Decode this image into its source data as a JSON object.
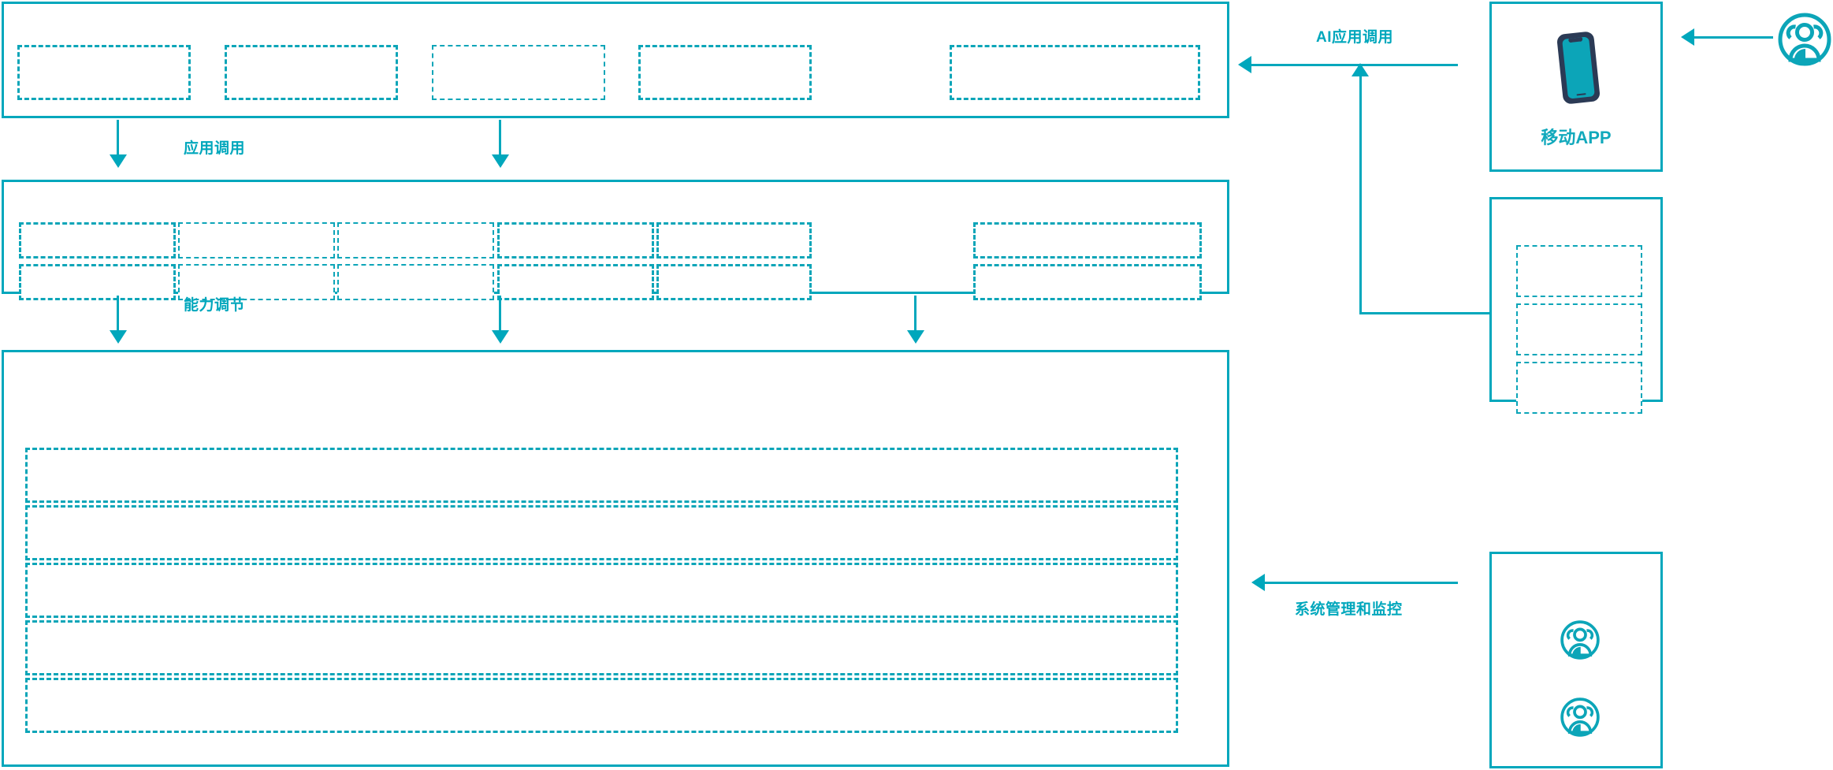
{
  "palette": {
    "accent": "#00A7BC",
    "dashed": "#0CA5B8",
    "text": "#12A9BC",
    "phone_frame": "#2B3A55",
    "phone_screen": "#0CA5B8",
    "background": "#FFFFFF"
  },
  "flow_labels": {
    "app_call": "应用调用",
    "capability_call": "能力调节",
    "ai_app_call": "AI应用调用",
    "system_admin_monitor": "系统管理和监控"
  },
  "layers": [
    {
      "id": "application-layer",
      "cells": [
        {
          "label": ""
        },
        {
          "label": ""
        },
        {
          "label": ""
        },
        {
          "label": ""
        }
      ]
    },
    {
      "id": "capability-layer",
      "columns": [
        {
          "top": {
            "label": ""
          },
          "bottom": {
            "label": ""
          }
        },
        {
          "top": {
            "label": ""
          },
          "bottom": {
            "label": ""
          }
        },
        {
          "top": {
            "label": ""
          },
          "bottom": {
            "label": ""
          }
        },
        {
          "top": {
            "label": ""
          },
          "bottom": {
            "label": ""
          }
        },
        {
          "top": {
            "label": ""
          },
          "bottom": {
            "label": ""
          }
        }
      ]
    },
    {
      "id": "infrastructure-layer",
      "rows": [
        {
          "label": ""
        },
        {
          "label": ""
        },
        {
          "label": ""
        },
        {
          "label": ""
        },
        {
          "label": ""
        }
      ]
    }
  ],
  "side_panels": {
    "mobile_app": {
      "caption": "移动APP",
      "icon": "smartphone-icon"
    },
    "channels": {
      "caption": "",
      "cells": [
        {
          "label": ""
        },
        {
          "label": ""
        },
        {
          "label": ""
        }
      ]
    },
    "operators": {
      "caption": "",
      "icons": [
        "users-group-icon",
        "users-group-icon"
      ]
    },
    "external_user": {
      "icon": "users-group-icon"
    }
  }
}
